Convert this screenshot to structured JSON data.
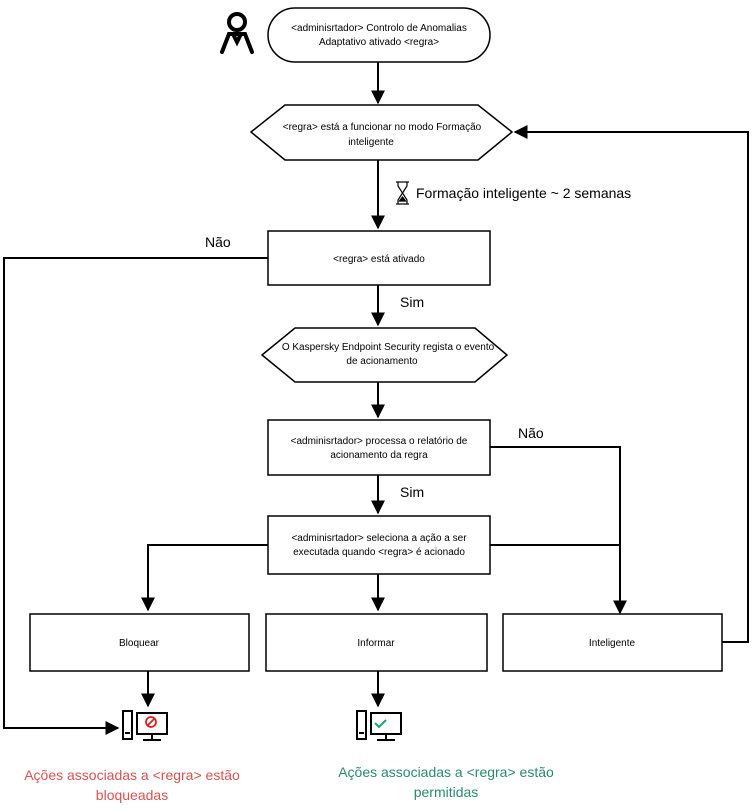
{
  "nodes": {
    "start": {
      "line1": "<adminisrtador> Controlo de Anomalias",
      "line2": "Adaptativo ativado <regra>"
    },
    "smart_mode": {
      "line1": "<regra> está a funcionar no modo Formação",
      "line2": "inteligente"
    },
    "rule_enabled": {
      "line1": "<regra> está ativado"
    },
    "kes_event": {
      "line1": "O Kaspersky Endpoint Security regista o evento",
      "line2": "de acionamento"
    },
    "admin_report": {
      "line1": "<adminisrtador> processa o relatório de",
      "line2": "acionamento da regra"
    },
    "admin_select": {
      "line1": "<adminisrtador> seleciona a ação a ser",
      "line2": "executada quando <regra> é acionado"
    },
    "block": {
      "label": "Bloquear"
    },
    "inform": {
      "label": "Informar"
    },
    "smart": {
      "label": "Inteligente"
    }
  },
  "edges": {
    "training": "Formação inteligente ~ 2 semanas",
    "no_1": "Não",
    "yes_1": "Sim",
    "no_2": "Não",
    "yes_2": "Sim"
  },
  "results": {
    "blocked": {
      "line1": "Ações associadas a <regra> estão",
      "line2": "bloqueadas"
    },
    "allowed": {
      "line1": "Ações associadas a <regra> estão",
      "line2": "permitidas"
    }
  },
  "colors": {
    "line": "#000000",
    "blocked_text": "#d9534f",
    "allowed_text": "#2a8a6e",
    "block_badge": "#e02020",
    "allow_badge": "#1ca37a"
  },
  "icons": [
    "user-icon",
    "hourglass-icon",
    "computer-blocked-icon",
    "computer-allowed-icon"
  ]
}
